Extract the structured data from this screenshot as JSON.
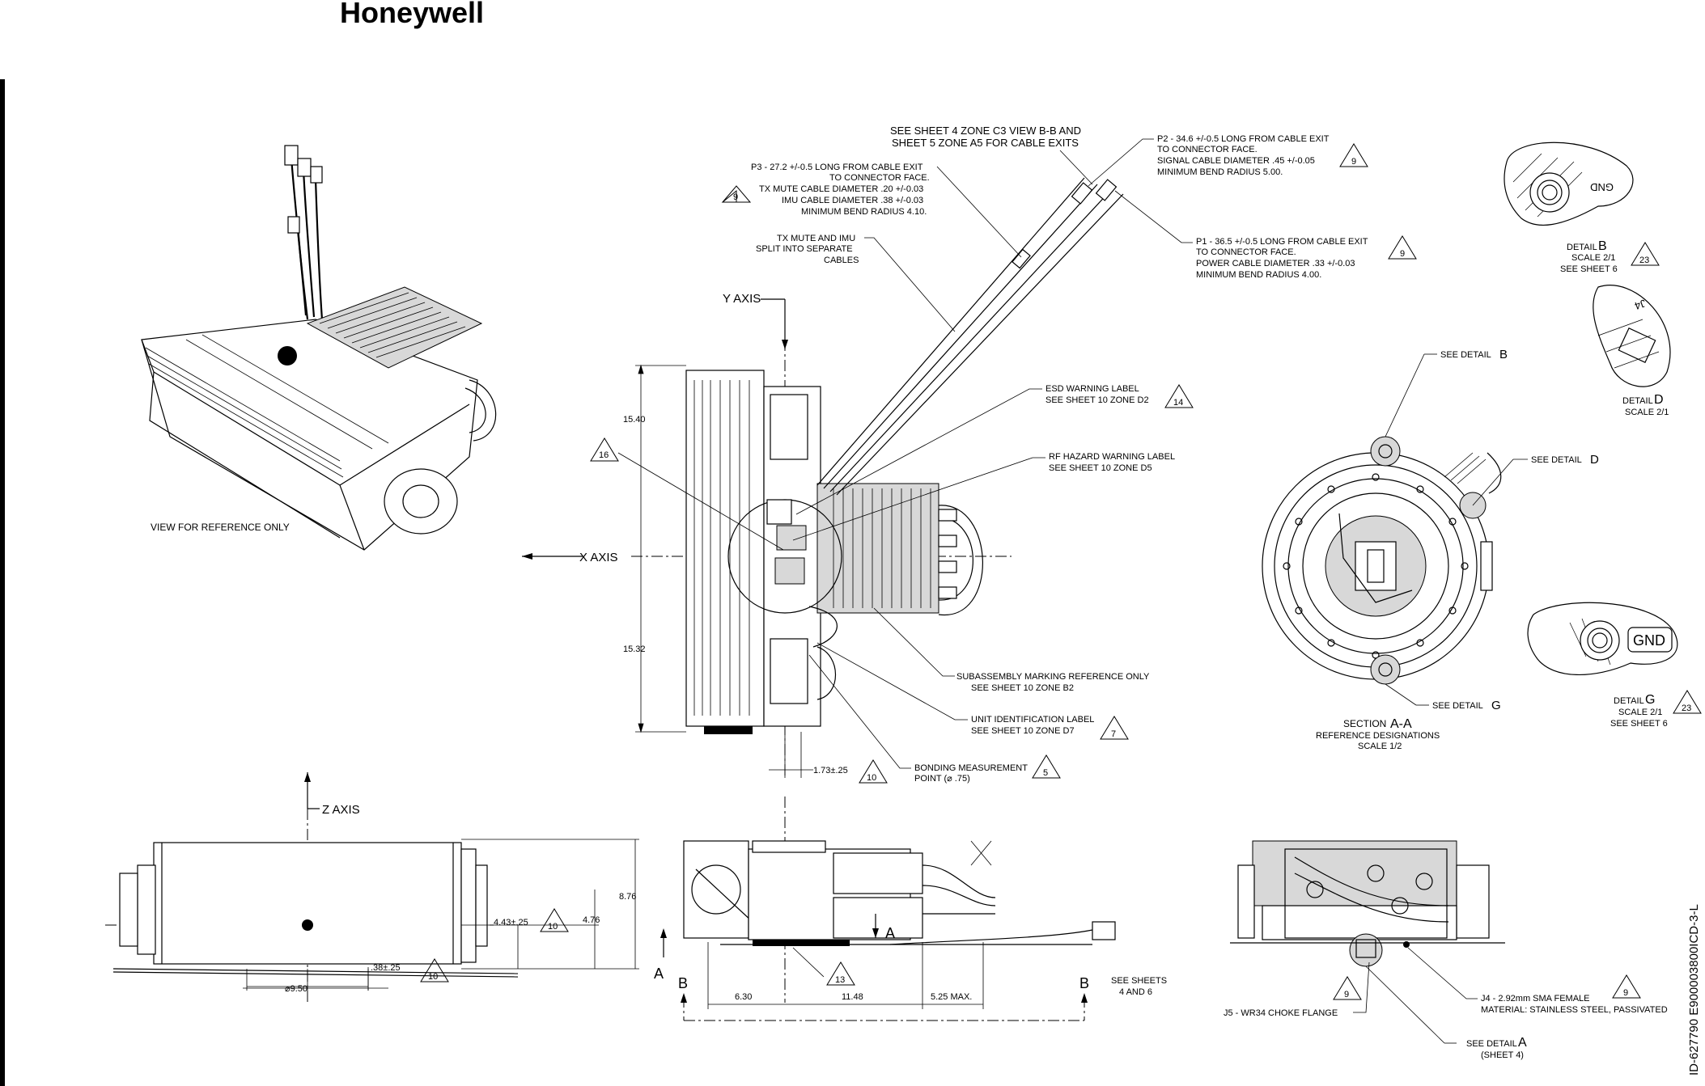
{
  "brand": {
    "name": "Honeywell"
  },
  "drawing_id": "ID-627790   E900003800ICD-3-L",
  "axes": {
    "y": "Y AXIS",
    "x": "X AXIS",
    "z": "Z AXIS"
  },
  "notes": {
    "reference_view": "VIEW FOR REFERENCE ONLY",
    "cable_exits": [
      "SEE SHEET 4 ZONE C3 VIEW B-B AND",
      "SHEET 5 ZONE A5 FOR CABLE EXITS"
    ],
    "p3": [
      "P3 - 27.2 +/-0.5 LONG FROM CABLE EXIT",
      "TO CONNECTOR FACE.",
      "TX MUTE CABLE DIAMETER .20 +/-0.03",
      "IMU CABLE DIAMETER .38 +/-0.03",
      "MINIMUM BEND RADIUS 4.10."
    ],
    "p2": [
      "P2 - 34.6 +/-0.5 LONG FROM CABLE EXIT",
      "TO CONNECTOR FACE.",
      "SIGNAL CABLE DIAMETER .45 +/-0.05",
      "MINIMUM BEND RADIUS 5.00."
    ],
    "p1": [
      "P1 - 36.5 +/-0.5 LONG FROM CABLE EXIT",
      "TO CONNECTOR FACE.",
      "POWER CABLE DIAMETER .33 +/-0.03",
      "MINIMUM BEND RADIUS 4.00."
    ],
    "tx_mute": [
      "TX MUTE AND IMU",
      "SPLIT INTO SEPARATE",
      "CABLES"
    ],
    "esd": [
      "ESD WARNING LABEL",
      "SEE SHEET 10 ZONE D2"
    ],
    "rf": [
      "RF HAZARD WARNING LABEL",
      "SEE SHEET 10 ZONE D5"
    ],
    "subassembly": [
      "SUBASSEMBLY MARKING REFERENCE ONLY",
      "SEE SHEET 10 ZONE B2"
    ],
    "unit_id": [
      "UNIT IDENTIFICATION LABEL",
      "SEE SHEET 10 ZONE D7"
    ],
    "bonding": [
      "BONDING MEASUREMENT",
      "POINT (⌀ .75)"
    ],
    "see_sheets": [
      "SEE SHEETS",
      "4 AND 6"
    ],
    "j5": "J5 - WR34 CHOKE FLANGE",
    "j4": [
      "J4 - 2.92mm SMA FEMALE",
      "MATERIAL: STAINLESS STEEL, PASSIVATED"
    ]
  },
  "dimensions": {
    "d1540": "15.40",
    "d1532": "15.32",
    "d173": "1.73±.25",
    "d443": "4.43±.25",
    "d476": "4.76",
    "d876": "8.76",
    "d38": ".38±.25",
    "d950": "⌀9.50",
    "d630": "6.30",
    "d1148": "11.48",
    "d525": "5.25 MAX."
  },
  "flags": {
    "f9": "9",
    "f16": "16",
    "f14": "14",
    "f10": "10",
    "f7": "7",
    "f5": "5",
    "f13": "13",
    "f23": "23"
  },
  "section_letters": {
    "a": "A",
    "b": "B"
  },
  "callouts": {
    "see_detail": "SEE DETAIL",
    "b": "B",
    "d": "D",
    "g": "G",
    "a": "A",
    "sheet4": "(SHEET 4)"
  },
  "details": {
    "detail": "DETAIL",
    "b": "B",
    "d": "D",
    "g": "G",
    "scale_2_1": "SCALE  2/1",
    "see_sheet_6": "SEE SHEET 6",
    "gnd": "GND",
    "j4": "J4"
  },
  "section": {
    "label": "SECTION",
    "letters": "A-A",
    "line2": "REFERENCE DESIGNATIONS",
    "line3": "SCALE  1/2"
  }
}
